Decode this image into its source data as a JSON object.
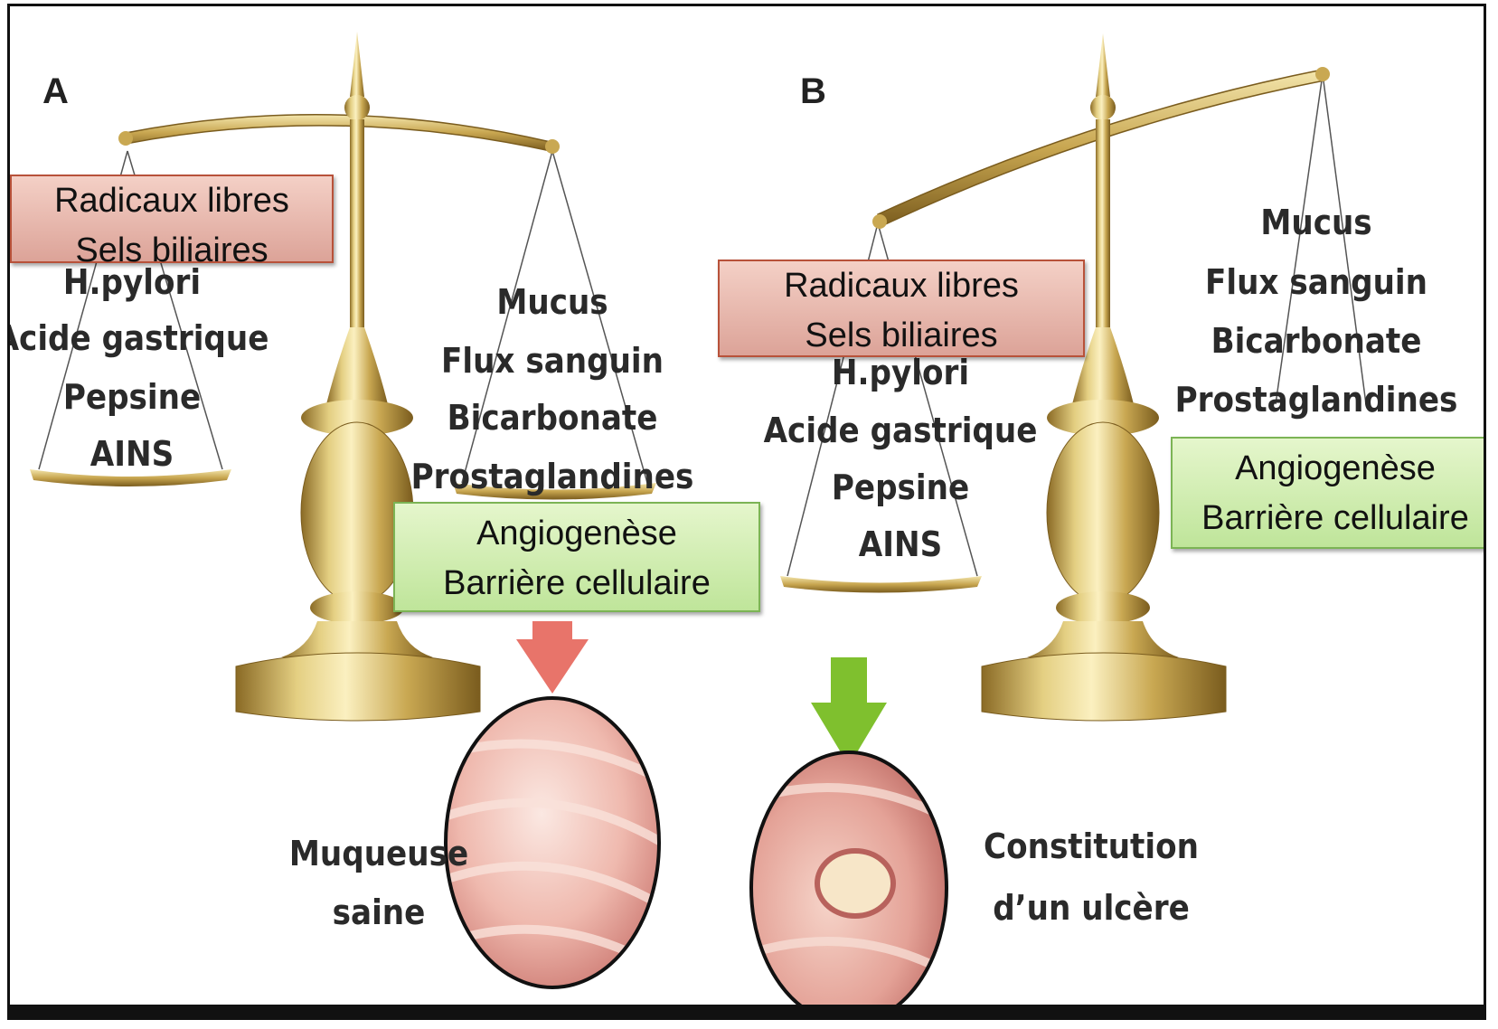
{
  "panels": [
    {
      "letter": "A",
      "agression_list": [
        "H.pylori",
        "Acide gastrique",
        "Pepsine",
        "AINS"
      ],
      "defense_list": [
        "Mucus",
        "Flux sanguin",
        "Bicarbonate",
        "Prostaglandines"
      ],
      "red_box": [
        "Radicaux libres",
        "Sels biliaires"
      ],
      "green_box": [
        "Angiogenèse",
        "Barrière cellulaire"
      ],
      "result_label": [
        "Muqueuse",
        "saine"
      ],
      "arrow_color": "#e8746a"
    },
    {
      "letter": "B",
      "agression_list": [
        "H.pylori",
        "Acide gastrique",
        "Pepsine",
        "AINS"
      ],
      "defense_list": [
        "Mucus",
        "Flux sanguin",
        "Bicarbonate",
        "Prostaglandines"
      ],
      "red_box": [
        "Radicaux libres",
        "Sels biliaires"
      ],
      "green_box": [
        "Angiogenèse",
        "Barrière cellulaire"
      ],
      "result_label": [
        "Constitution",
        "d’un ulcère"
      ],
      "arrow_color": "#7fc02e"
    }
  ],
  "colors": {
    "brass_light": "#f1e3a6",
    "brass_mid": "#c9a852",
    "brass_dark": "#8a6a25",
    "mucosa_light": "#f7d9d2",
    "mucosa_dark": "#c9736c"
  }
}
